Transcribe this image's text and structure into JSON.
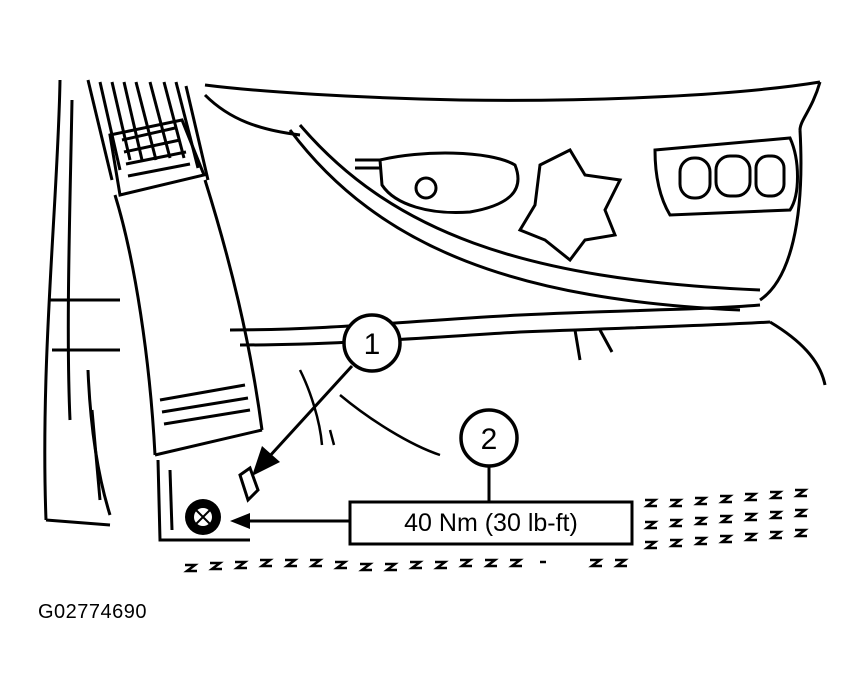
{
  "diagram": {
    "callouts": [
      {
        "id": "1",
        "label": "1"
      },
      {
        "id": "2",
        "label": "2"
      }
    ],
    "torque_spec": "40 Nm (30 lb-ft)",
    "figure_id": "G02774690",
    "colors": {
      "ink": "#000000",
      "paper": "#ffffff"
    }
  }
}
